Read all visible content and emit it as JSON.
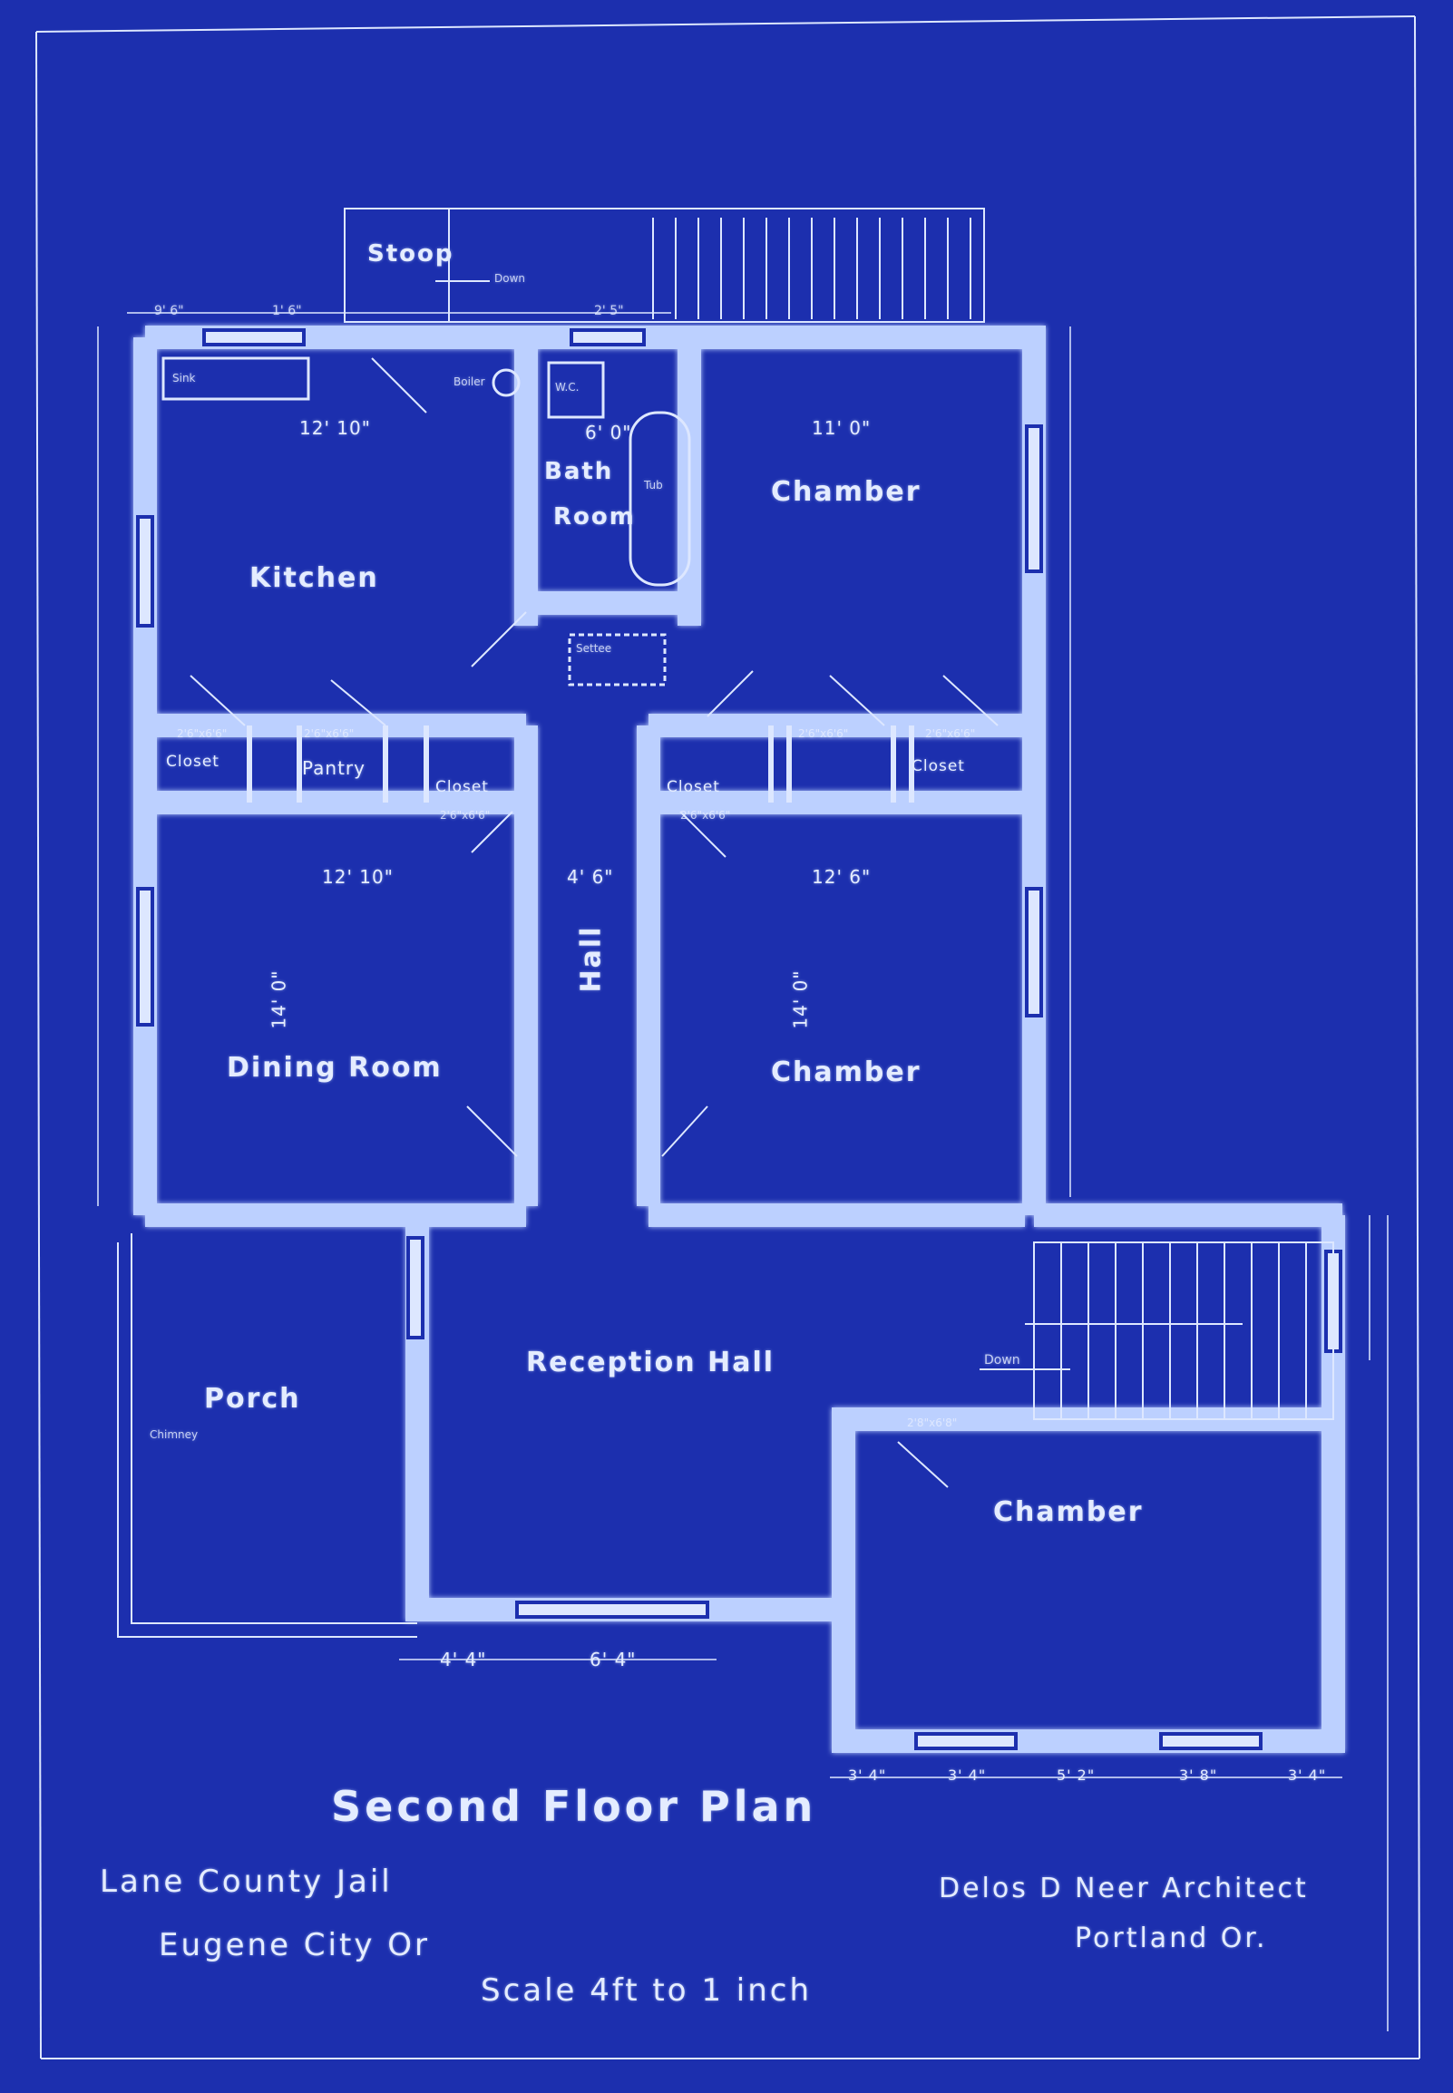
{
  "colors": {
    "paper": "#1c2fae",
    "line": "#dde7ff",
    "wall": "#b8ccff"
  },
  "rooms": {
    "kitchen": "Kitchen",
    "bathroom_line1": "Bath",
    "bathroom_line2": "Room",
    "chamber_1": "Chamber",
    "dining_room": "Dining Room",
    "hall": "Hall",
    "chamber_2": "Chamber",
    "reception_hall": "Reception Hall",
    "porch": "Porch",
    "chamber_3": "Chamber",
    "stoop": "Stoop",
    "pantry": "Pantry",
    "closet_1": "Closet",
    "closet_2": "Closet",
    "closet_3": "Closet",
    "closet_4": "Closet"
  },
  "fixtures": {
    "wc": "W.C.",
    "tub": "Tub",
    "boiler": "Boiler",
    "sink": "Sink",
    "settee": "Settee",
    "down_1": "Down",
    "down_2": "Down",
    "chimney": "Chimney"
  },
  "dimensions": {
    "kitchen_width": "12' 10\"",
    "dining_width": "12' 10\"",
    "dining_depth": "14' 0\"",
    "chamber1_width": "11' 0\"",
    "chamber2_width": "12' 6\"",
    "chamber2_depth": "14' 0\"",
    "hall_width": "4' 6\"",
    "bath_width": "6' 0\"",
    "door_1": "2'6\"x6'6\"",
    "door_2": "2'6\"x6'6\"",
    "door_3": "2'6\"x6'6\"",
    "door_4": "2'6\"x6'6\"",
    "door_5": "2'6\"x6'6\"",
    "door_6": "2'6\"x6'6\"",
    "door_chamber3": "2'8\"x6'8\"",
    "front_1": "4' 4\"",
    "front_2": "6' 4\"",
    "bottom_1": "3' 4\"",
    "bottom_2": "3' 4\"",
    "bottom_3": "5' 2\"",
    "bottom_4": "3' 8\"",
    "bottom_5": "3' 4\"",
    "top_1": "9' 6\"",
    "top_2": "1' 6\"",
    "top_3": "2' 5\""
  },
  "title_block": {
    "plan_title": "Second Floor Plan",
    "project_line1": "Lane County Jail",
    "project_line2": "Eugene City Or",
    "architect_line1": "Delos D Neer Architect",
    "architect_line2": "Portland Or.",
    "scale": "Scale 4ft to 1 inch"
  }
}
